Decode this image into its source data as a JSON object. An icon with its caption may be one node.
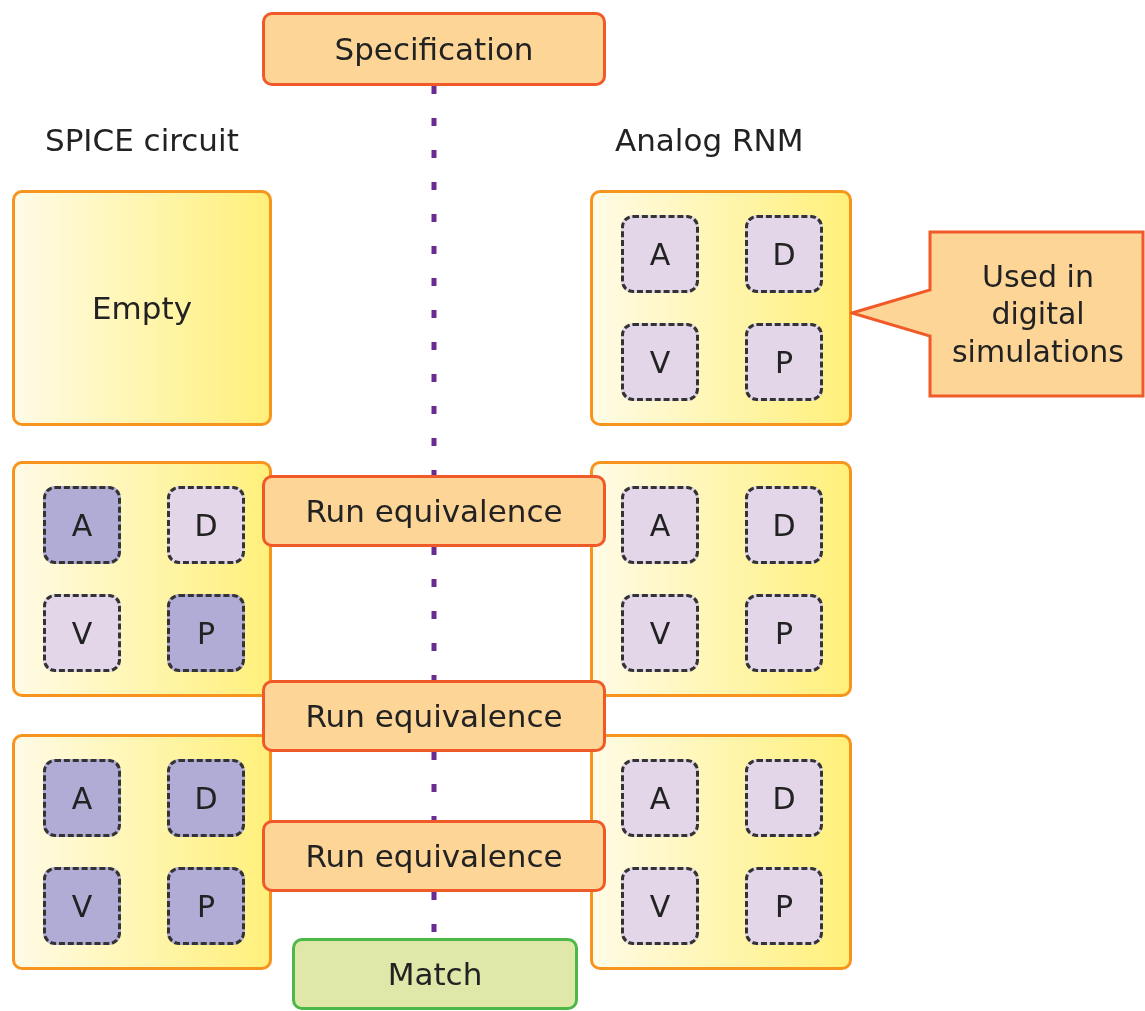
{
  "diagram": {
    "nodes": [
      {
        "text": [
          "Specification"
        ]
      },
      {
        "text": [
          "Empty"
        ]
      },
      {
        "text": [],
        "shape": "box"
      },
      {
        "text": [
          "A"
        ],
        "in": 2
      },
      {
        "text": [
          "D"
        ],
        "in": 2
      },
      {
        "text": [
          "V"
        ],
        "in": 2
      },
      {
        "text": [
          "P"
        ],
        "in": 2
      },
      {
        "text": [
          "Used in digital simulations"
        ]
      },
      {
        "text": [],
        "shape": "box"
      },
      {
        "text": [
          "A"
        ],
        "in": 8
      },
      {
        "text": [
          "D"
        ],
        "in": 8
      },
      {
        "text": [
          "V"
        ],
        "in": 8
      },
      {
        "text": [
          "P"
        ],
        "in": 8
      },
      {
        "text": [
          "Run equivalence"
        ]
      },
      {
        "text": [],
        "shape": "box"
      },
      {
        "text": [
          "A"
        ],
        "in": 14
      },
      {
        "text": [
          "D"
        ],
        "in": 14
      },
      {
        "text": [
          "V"
        ],
        "in": 14
      },
      {
        "text": [
          "P"
        ],
        "in": 14
      },
      {
        "text": [
          "Run equivalence"
        ]
      },
      {
        "text": [],
        "shape": "box"
      },
      {
        "text": [
          "A"
        ],
        "in": 20
      },
      {
        "text": [
          "D"
        ],
        "in": 20
      },
      {
        "text": [
          "V"
        ],
        "in": 20
      },
      {
        "text": [
          "P"
        ],
        "in": 20
      },
      {
        "text": [
          "Run equivalence"
        ]
      },
      {
        "text": [],
        "shape": "box"
      },
      {
        "text": [
          "A"
        ],
        "in": 26
      },
      {
        "text": [
          "D"
        ],
        "in": 26
      },
      {
        "text": [
          "V"
        ],
        "in": 26
      },
      {
        "text": [
          "P"
        ],
        "in": 26
      },
      {
        "text": [
          "Match"
        ]
      }
    ],
    "edges": [
      {
        "from": 0,
        "to": 13,
        "arrow": "none",
        "style": "dashed",
        "color": "#6a2c91"
      },
      {
        "from": 13,
        "to": 19,
        "arrow": "none",
        "style": "dashed",
        "color": "#6a2c91"
      },
      {
        "from": 19,
        "to": 25,
        "arrow": "none",
        "style": "dashed",
        "color": "#6a2c91"
      },
      {
        "from": 25,
        "to": 31,
        "arrow": "none",
        "style": "dashed",
        "color": "#6a2c91"
      }
    ],
    "labels": [
      "SPICE circuit",
      "Analog RNM"
    ]
  }
}
